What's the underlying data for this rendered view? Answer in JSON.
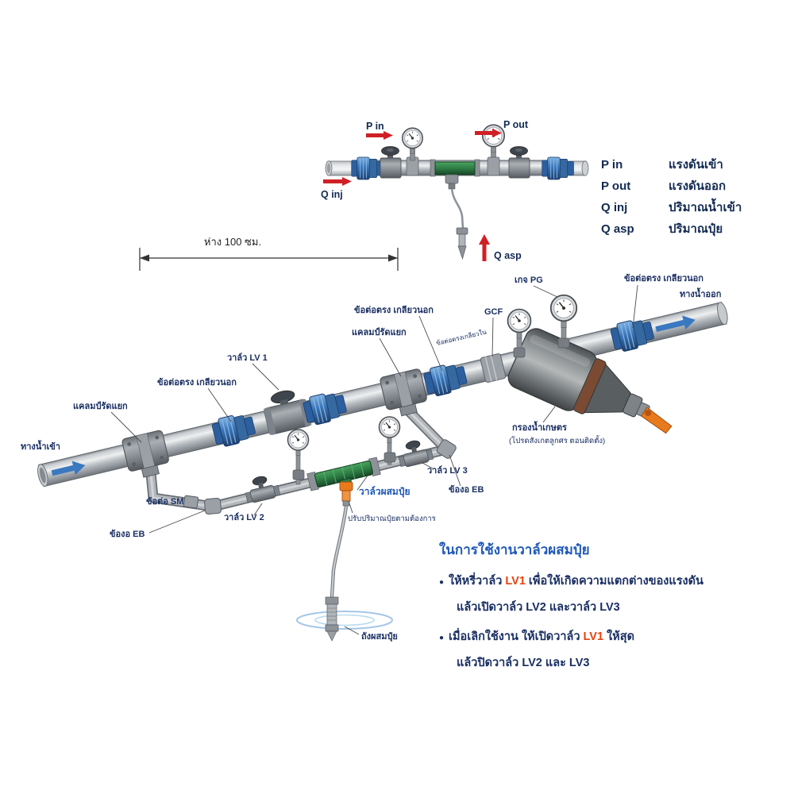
{
  "top_assembly": {
    "p_in": "P in",
    "p_out": "P out",
    "q_inj": "Q inj",
    "q_asp": "Q asp"
  },
  "legend": {
    "rows": [
      {
        "key": "P in",
        "desc": "แรงดันเข้า"
      },
      {
        "key": "P out",
        "desc": "แรงดันออก"
      },
      {
        "key": "Q inj",
        "desc": "ปริมาณน้ำเข้า"
      },
      {
        "key": "Q asp",
        "desc": "ปริมาณปุ๋ย"
      }
    ]
  },
  "dimension": {
    "label": "ห่าง 100 ซม."
  },
  "pipe_labels": {
    "water_in": "ทางน้ำเข้า",
    "water_out": "ทางน้ำออก",
    "clamp_left": "แคลมป์รัดแยก",
    "clamp_mid": "แคลมป์รัดแยก",
    "male_adapter_1": "ข้อต่อตรง เกลียวนอก",
    "male_adapter_2": "ข้อต่อตรง เกลียวนอก",
    "male_adapter_3": "ข้อต่อตรง เกลียวนอก",
    "valve_lv1": "วาล์ว LV 1",
    "gauge_pg": "เกจ PG",
    "gcf": "GCF",
    "female_adapter": "ข้อต่อตรงเกลียวใน",
    "filter_name": "กรองน้ำเกษตร",
    "filter_note": "(โปรดสังเกตลูกศร ตอนติดตั้ง)",
    "sm_adapter": "ข้อต่อ SM",
    "valve_lv2": "วาล์ว LV 2",
    "elbow_left": "ข้องอ EB",
    "mixer_valve": "วาล์วผสมปุ๋ย",
    "adjust_note": "ปรับปริมาณปุ๋ยตามต้องการ",
    "valve_lv3": "วาล์ว LV 3",
    "elbow_right": "ข้องอ EB",
    "tank": "ถังผสมปุ๋ย"
  },
  "instructions": {
    "title": "ในการใช้งานวาล์วผสมปุ๋ย",
    "bullet": "●",
    "line1_pre": "ให้หรี่วาล์ว ",
    "line1_red": "LV1",
    "line1_post": " เพื่อให้เกิดความแตกต่างของแรงดัน",
    "line2": "แล้วเปิดวาล์ว LV2 และวาล์ว LV3",
    "line3_pre": "เมื่อเลิกใช้งาน ให้เปิดวาล์ว ",
    "line3_red": "LV1",
    "line3_post": " ให้สุด",
    "line4": "แล้วปิดวาล์ว LV2 และ LV3"
  },
  "colors": {
    "label_navy": "#1a2f63",
    "accent_blue": "#1e58b8",
    "accent_red": "#e8420e",
    "arrow_red": "#cf2026",
    "flow_blue": "#3a78c0",
    "fitting_blue": "#3a74b8",
    "venturi_green": "#2e7d45",
    "handle_orange": "#e87a1e"
  }
}
